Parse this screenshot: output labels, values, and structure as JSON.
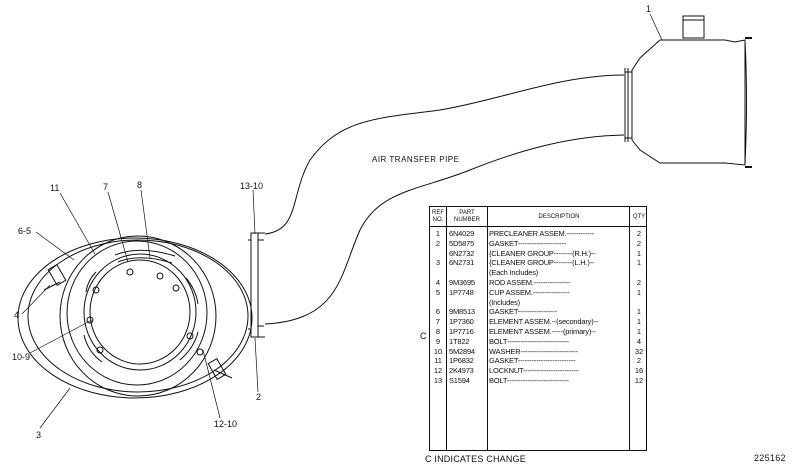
{
  "pipe_label": "AIR TRANSFER PIPE",
  "callouts": [
    "1",
    "13-10",
    "11",
    "7",
    "8",
    "6-5",
    "4",
    "10-9",
    "3",
    "12-10",
    "2"
  ],
  "table": {
    "headers": {
      "ref": "REF NO.",
      "part": "PART NUMBER",
      "desc": "DESCRIPTION",
      "qty": "QTY"
    },
    "rows": [
      {
        "ref": "1",
        "part": "6N4029",
        "desc": "PRECLEANER ASSEM.------------",
        "qty": "2"
      },
      {
        "ref": "2",
        "part": "5D5875",
        "desc": "GASKET---------------------",
        "qty": "2"
      },
      {
        "ref": "",
        "part": "6N2732",
        "desc": "{CLEANER GROUP--------(R.H.)--",
        "qty": "1"
      },
      {
        "ref": "3",
        "part": "6N2731",
        "desc": "{CLEANER GROUP--------(L.H.)--",
        "qty": "1"
      },
      {
        "ref": "",
        "part": "",
        "desc": "  (Each Includes)",
        "qty": ""
      },
      {
        "ref": "4",
        "part": "9M3695",
        "desc": "  ROD ASSEM.----------------",
        "qty": "2"
      },
      {
        "ref": "5",
        "part": "1P7748",
        "desc": "  CUP ASSEM.----------------",
        "qty": "1"
      },
      {
        "ref": "",
        "part": "",
        "desc": "    (Includes)",
        "qty": ""
      },
      {
        "ref": "6",
        "part": "9M8513",
        "desc": "    GASKET-----------------",
        "qty": "1"
      },
      {
        "ref": "7",
        "part": "1P7360",
        "desc": "  ELEMENT ASSEM.--(secondary)--",
        "qty": "1"
      },
      {
        "ref": "8",
        "part": "1P7716",
        "desc": "  ELEMENT ASSEM.-----(primary)--",
        "qty": "1"
      },
      {
        "ref": "9",
        "part": "1T822",
        "desc": "BOLT---------------------------",
        "qty": "4"
      },
      {
        "ref": "10",
        "part": "5M2894",
        "desc": "WASHER-------------------------",
        "qty": "32"
      },
      {
        "ref": "11",
        "part": "1P6832",
        "desc": "GASKET-------------------------",
        "qty": "2"
      },
      {
        "ref": "12",
        "part": "2K4973",
        "desc": "LOCKNUT------------------------",
        "qty": "16"
      },
      {
        "ref": "13",
        "part": "S1594",
        "desc": "BOLT---------------------------",
        "qty": "12"
      }
    ]
  },
  "change_marker": "C",
  "footnote": "C INDICATES CHANGE",
  "drawing_number": "225162"
}
